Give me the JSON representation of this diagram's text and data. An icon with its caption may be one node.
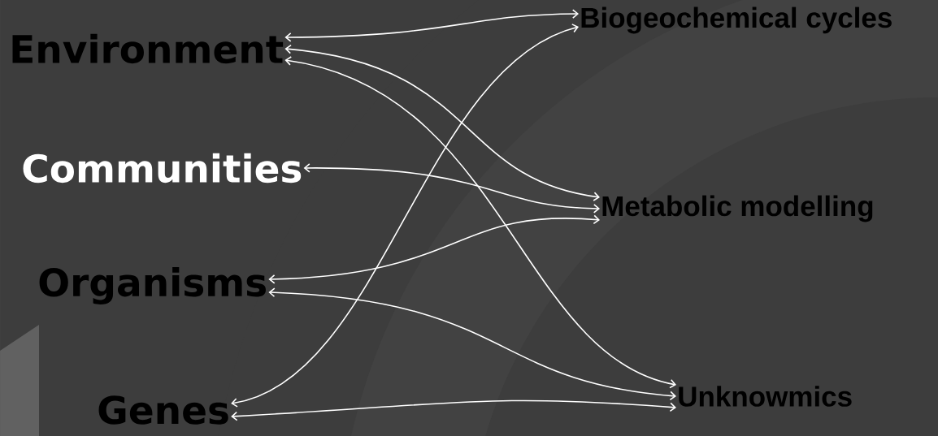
{
  "diagram": {
    "nodes": [
      {
        "text": [
          "Environment"
        ]
      },
      {
        "text": [
          "Communities"
        ]
      },
      {
        "text": [
          "Organisms"
        ]
      },
      {
        "text": [
          "Genes"
        ]
      },
      {
        "text": [
          "Biogeochemical cycles"
        ]
      },
      {
        "text": [
          "Metabolic modelling"
        ]
      },
      {
        "text": [
          "Unknowmics"
        ]
      }
    ],
    "edges": [
      {
        "from": 0,
        "to": 4,
        "arrow": "both"
      },
      {
        "from": 0,
        "to": 5,
        "arrow": "both"
      },
      {
        "from": 0,
        "to": 6,
        "arrow": "both"
      },
      {
        "from": 1,
        "to": 5,
        "arrow": "both"
      },
      {
        "from": 2,
        "to": 5,
        "arrow": "both"
      },
      {
        "from": 2,
        "to": 6,
        "arrow": "both"
      },
      {
        "from": 3,
        "to": 6,
        "arrow": "both"
      },
      {
        "from": 3,
        "to": 4,
        "arrow": "both"
      }
    ]
  }
}
